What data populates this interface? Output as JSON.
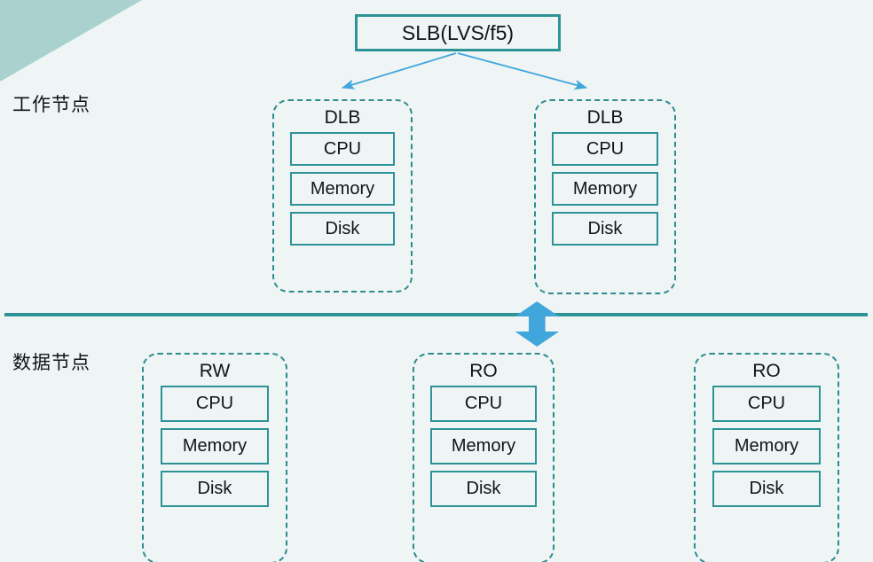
{
  "diagram": {
    "title": "SLB / DLB / RW-RO node architecture",
    "background_color": "#eef5f4",
    "accent_teal": "#2e9397",
    "accent_blue": "#41a6dc",
    "corner_color": "#a9d2ce",
    "text_color": "#111418"
  },
  "labels": {
    "worker_tier": "工作节点",
    "data_tier": "数据节点"
  },
  "slb": {
    "label": "SLB(LVS/f5)"
  },
  "worker_nodes": [
    {
      "title": "DLB",
      "resources": [
        "CPU",
        "Memory",
        "Disk"
      ]
    },
    {
      "title": "DLB",
      "resources": [
        "CPU",
        "Memory",
        "Disk"
      ]
    }
  ],
  "data_nodes": [
    {
      "title": "RW",
      "resources": [
        "CPU",
        "Memory",
        "Disk"
      ]
    },
    {
      "title": "RO",
      "resources": [
        "CPU",
        "Memory",
        "Disk"
      ]
    },
    {
      "title": "RO",
      "resources": [
        "CPU",
        "Memory",
        "Disk"
      ]
    }
  ],
  "connectors": {
    "slb_to_dlb_left": "arrow-down-left",
    "slb_to_dlb_right": "arrow-down-right",
    "worker_data_link_left": "double-headed-vertical-arrow",
    "worker_data_link_right": "double-headed-vertical-arrow"
  }
}
